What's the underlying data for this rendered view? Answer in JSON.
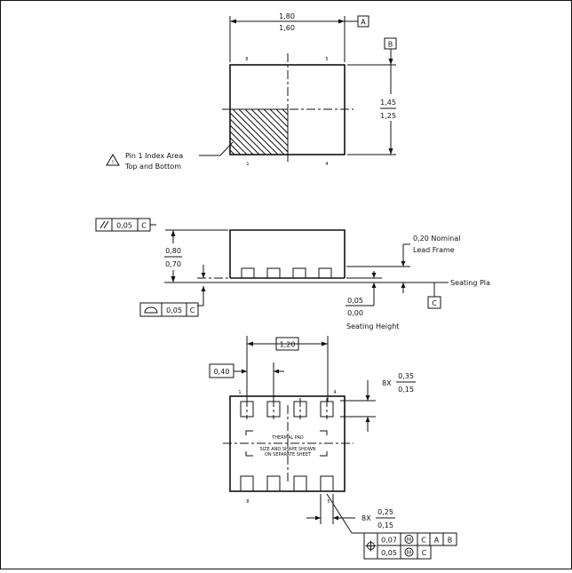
{
  "top_view": {
    "width_max": "1,80",
    "width_min": "1,60",
    "datum_a": "A",
    "datum_b": "B",
    "height_max": "1,45",
    "height_min": "1,25",
    "pin_top_left": "8",
    "pin_top_right": "5",
    "pin_bottom_left": "1",
    "pin_bottom_right": "4",
    "pin1_note_line1": "Pin 1 Index Area",
    "pin1_note_line2": "Top and Bottom"
  },
  "side_view": {
    "parallelism_tol": "0,05",
    "parallelism_datum": "C",
    "height_max": "0,80",
    "height_min": "0,70",
    "lead_frame_value": "0,20 Nominal",
    "lead_frame_label": "Lead Frame",
    "seating_plane": "Seating Pla",
    "datum_c": "C",
    "standoff_max": "0,05",
    "standoff_min": "0,00",
    "seating_height": "Seating Height",
    "flatness_tol": "0,05",
    "flatness_datum": "C"
  },
  "bottom_view": {
    "span": "1,20",
    "pitch": "0,40",
    "pin_label_1": "1",
    "pin_label_4": "4",
    "pin_label_8": "8",
    "pin_label_5": "5",
    "length_count": "8X",
    "length_max": "0,35",
    "length_min": "0,15",
    "width_count": "8X",
    "width_max": "0,25",
    "width_min": "0,15",
    "thermal_pad": "THERMAL PAD",
    "size_note_line1": "SIZE AND SHAPE SHOWN",
    "size_note_line2": "ON SEPARATE SHEET"
  },
  "position_fcf": {
    "row1": [
      "0,07",
      "M",
      "C",
      "A",
      "B"
    ],
    "row2": [
      "0,05",
      "M",
      "C"
    ]
  }
}
